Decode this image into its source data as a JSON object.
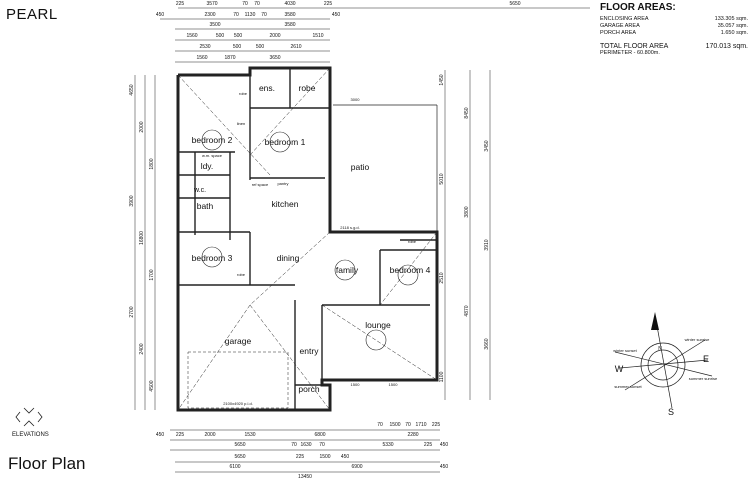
{
  "title": "PEARL",
  "footer_title": "Floor Plan",
  "elevations_label": "ELEVATIONS",
  "floor_areas": {
    "heading": "FLOOR AREAS:",
    "rows": [
      {
        "label": "ENCLOSING AREA",
        "value": "133.305 sqm."
      },
      {
        "label": "GARAGE AREA",
        "value": "35.057 sqm."
      },
      {
        "label": "PORCH AREA",
        "value": "1.650 sqm."
      }
    ],
    "total_label": "TOTAL FLOOR AREA",
    "total_value": "170.013 sqm.",
    "perimeter": "PERIMETER - 60.800m."
  },
  "rooms": {
    "bedroom2": "bedroom 2",
    "ens": "ens.",
    "robe1": "robe",
    "bedroom1": "bedroom 1",
    "ldy": "ldy.",
    "wc": "w.c.",
    "bath": "bath",
    "kitchen": "kitchen",
    "patio": "patio",
    "bedroom3": "bedroom 3",
    "dining": "dining",
    "family": "family",
    "bedroom4": "bedroom 4",
    "robe4": "robe",
    "lounge": "lounge",
    "garage": "garage",
    "entry": "entry",
    "porch": "porch",
    "pantry": "pantry",
    "linen": "linen",
    "ref": "ref space",
    "robe2": "robe",
    "robe3": "robe"
  },
  "notes": {
    "sgd": "2118 s.g.d.",
    "pld": "2100x4920 p.l.d.",
    "wm": "w.m. space",
    "patio_width": "3000",
    "win1": "1500",
    "win2": "1500"
  },
  "dims": {
    "top1": [
      "225",
      "3570",
      "70",
      "70",
      "4030",
      "225",
      "5650"
    ],
    "top2": [
      "450",
      "2300",
      "70",
      "1130",
      "70",
      "3580",
      "450"
    ],
    "top3": [
      "3500",
      "3580"
    ],
    "top4": [
      "1560",
      "500",
      "500",
      "2000",
      "1510"
    ],
    "top5": [
      "2530",
      "500",
      "500",
      "2610"
    ],
    "top6": [
      "1560",
      "1870",
      "3650"
    ],
    "bot1": [
      "70",
      "1500",
      "70",
      "1710",
      "225"
    ],
    "bot2": [
      "450",
      "225",
      "2000",
      "1530",
      "6800",
      "2280"
    ],
    "bot3": [
      "5650",
      "70",
      "1630",
      "70",
      "5330",
      "225",
      "450"
    ],
    "bot4": [
      "5650",
      "225",
      "1500",
      "450"
    ],
    "bot5": [
      "6100",
      "6900",
      "450"
    ],
    "bot6": [
      "13450"
    ],
    "right": [
      "1450",
      "8450",
      "3450",
      "5010",
      "3800",
      "3910",
      "2510",
      "4870",
      "3660",
      "1100"
    ],
    "left": [
      "4650",
      "2000",
      "1800",
      "3900",
      "16800",
      "1700",
      "2700",
      "2400",
      "4500"
    ]
  },
  "compass": {
    "n": "N",
    "s": "S",
    "e": "E",
    "w": "W",
    "winter_sunrise": "winter sunrise",
    "winter_sunset": "winter sunset",
    "summer_sunrise": "summer sunrise",
    "summer_sunset": "summer sunset"
  }
}
